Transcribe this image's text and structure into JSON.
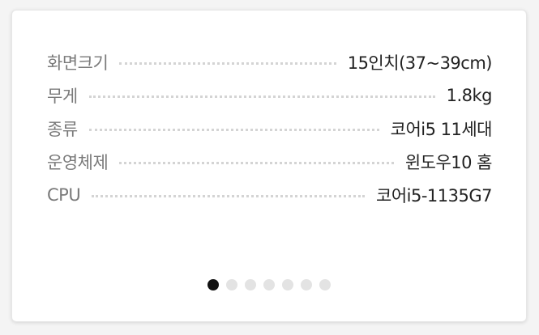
{
  "specs": [
    {
      "label": "화면크기",
      "value": "15인치(37~39cm)"
    },
    {
      "label": "무게",
      "value": "1.8kg"
    },
    {
      "label": "종류",
      "value": "코어i5 11세대"
    },
    {
      "label": "운영체제",
      "value": "윈도우10 홈"
    },
    {
      "label": "CPU",
      "value": "코어i5-1135G7"
    }
  ],
  "pager": {
    "count": 7,
    "active_index": 0,
    "active_color": "#111111",
    "inactive_color": "#e3e3e3"
  }
}
